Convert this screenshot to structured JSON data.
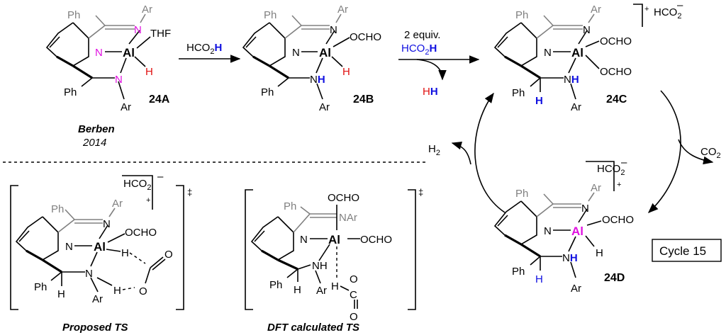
{
  "compounds": {
    "c24A": {
      "label": "24A"
    },
    "c24B": {
      "label": "24B"
    },
    "c24C": {
      "label": "24C"
    },
    "c24D": {
      "label": "24D"
    }
  },
  "atoms": {
    "ph": "Ph",
    "ar": "Ar",
    "n": "N",
    "al": "Al",
    "h": "H",
    "thf": "THF",
    "ocho": "OCHO",
    "nh_n": "N",
    "nh_h": "H",
    "c": "C",
    "o": "O",
    "nar": "NAr",
    "hhh1": "H",
    "hhh2": "H"
  },
  "reagents": {
    "step1_formula": "HCO",
    "step1_sub": "2",
    "step1_h": "H",
    "step2_equiv": "2 equiv.",
    "step2_formula": "HCO",
    "step2_sub": "2",
    "step2_h": "H",
    "formate": "HCO",
    "formate_sub": "2",
    "minus": "–",
    "plus": "+",
    "h2": "H",
    "h2_sub": "2",
    "co2": "CO",
    "co2_sub": "2",
    "dagger": "‡"
  },
  "labels": {
    "berben": "Berben",
    "year": "2014",
    "proposed_ts": "Proposed TS",
    "dft_ts": "DFT calculated TS",
    "cycle": "Cycle 15"
  },
  "colors": {
    "hydride_red": "#e01010",
    "proton_blue": "#1010e0",
    "nitrogen_magenta": "#e010e0",
    "imine_gray": "#808080"
  }
}
